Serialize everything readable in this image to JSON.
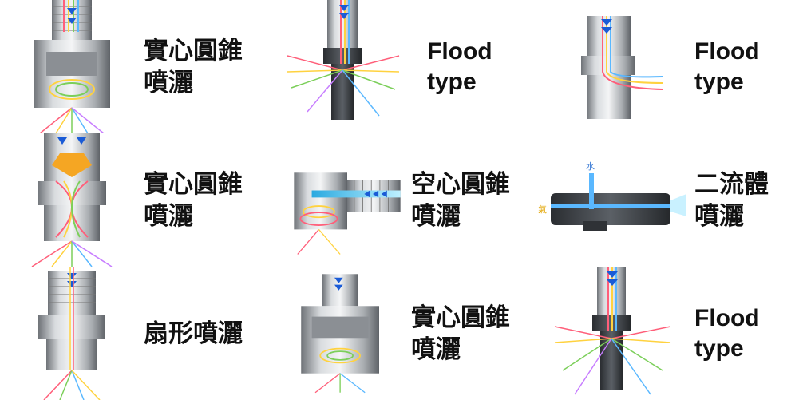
{
  "cells": [
    {
      "label_lines": [
        "實心圓錐",
        "噴灑"
      ]
    },
    {
      "label_lines": [
        "Flood",
        "type"
      ]
    },
    {
      "label_lines": [
        "Flood",
        "type"
      ]
    },
    {
      "label_lines": [
        "實心圓錐",
        "噴灑"
      ]
    },
    {
      "label_lines": [
        "空心圓錐",
        "噴灑"
      ]
    },
    {
      "label_lines": [
        "二流體",
        "噴灑"
      ],
      "tags": {
        "water": "水",
        "air": "氣"
      }
    },
    {
      "label_lines": [
        "扇形噴灑"
      ]
    },
    {
      "label_lines": [
        "實心圓錐",
        "噴灑"
      ]
    },
    {
      "label_lines": [
        "Flood",
        "type"
      ]
    }
  ],
  "colors": {
    "flow_arrow": "#1a5bd6",
    "spray": [
      "#ff5f7a",
      "#ffd23f",
      "#7ccf5a",
      "#5ab8ff",
      "#c77dff"
    ],
    "insert": "#f5a623",
    "tag_water": "#3a7bd5",
    "tag_air": "#e2a400"
  }
}
